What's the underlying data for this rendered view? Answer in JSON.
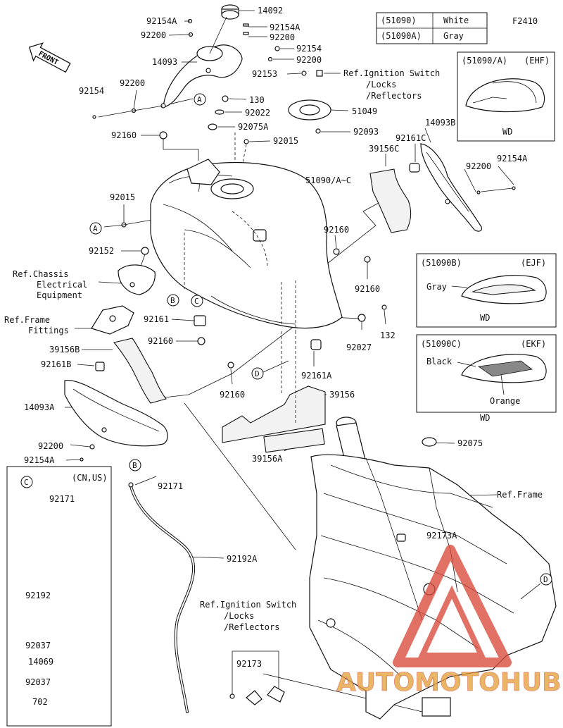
{
  "figure_code": "F2410",
  "color_table": [
    {
      "part": "(51090)",
      "color": "White"
    },
    {
      "part": "(51090A)",
      "color": "Gray"
    }
  ],
  "front_label": "FRONT",
  "insets": [
    {
      "title": "(51090/A)",
      "code": "(EHF)",
      "caption": "WD",
      "notes": []
    },
    {
      "title": "(51090B)",
      "code": "(EJF)",
      "caption": "WD",
      "notes": [
        "Gray"
      ]
    },
    {
      "title": "(51090C)",
      "code": "(EKF)",
      "caption": "WD",
      "notes": [
        "Black",
        "Orange"
      ]
    }
  ],
  "region_label": "(CN,US)",
  "callouts": [
    "A",
    "A",
    "B",
    "B",
    "C",
    "C",
    "D",
    "D"
  ],
  "ref_labels": {
    "ignition_top": [
      "Ref.Ignition Switch",
      "/Locks",
      "/Reflectors"
    ],
    "chassis": [
      "Ref.Chassis",
      "Electrical",
      "Equipment"
    ],
    "frame_fittings": [
      "Ref.Frame",
      "Fittings"
    ],
    "frame": "Ref.Frame",
    "ignition_bottom": [
      "Ref.Ignition Switch",
      "/Locks",
      "/Reflectors"
    ]
  },
  "parts": {
    "p14092": "14092",
    "p92154A_1": "92154A",
    "p92154A_2": "92154A",
    "p92200_1": "92200",
    "p92200_2": "92200",
    "p92154_1": "92154",
    "p92200_3": "92200",
    "p14093": "14093",
    "p92153": "92153",
    "p92154_2": "92154",
    "p92200_4": "92200",
    "p130": "130",
    "p51049": "51049",
    "p92022": "92022",
    "p92160_1": "92160",
    "p92075A": "92075A",
    "p92093": "92093",
    "p92015_1": "92015",
    "p14093B": "14093B",
    "p92161C": "92161C",
    "p39156C": "39156C",
    "p92200_5": "92200",
    "p92154A_3": "92154A",
    "p51090": "51090/A~C",
    "p92015_2": "92015",
    "p92160_2": "92160",
    "p92152": "92152",
    "p92160_3": "92160",
    "p92161": "92161",
    "p132": "132",
    "p92160_4": "92160",
    "p92027": "92027",
    "p39156B": "39156B",
    "p92161A": "92161A",
    "p92161B": "92161B",
    "p92160_5": "92160",
    "p39156": "39156",
    "p14093A": "14093A",
    "p92200_6": "92200",
    "p92075": "92075",
    "p39156A": "39156A",
    "p92154A_4": "92154A",
    "p92171_1": "92171",
    "p92171_2": "92171",
    "p92173A": "92173A",
    "p92192A": "92192A",
    "p92192": "92192",
    "p92173": "92173",
    "p92037_1": "92037",
    "p14069": "14069",
    "p92037_2": "92037",
    "p702": "702"
  },
  "watermark_text": "AUTOMOTOHUB",
  "watermark_color": "#d94a3a"
}
